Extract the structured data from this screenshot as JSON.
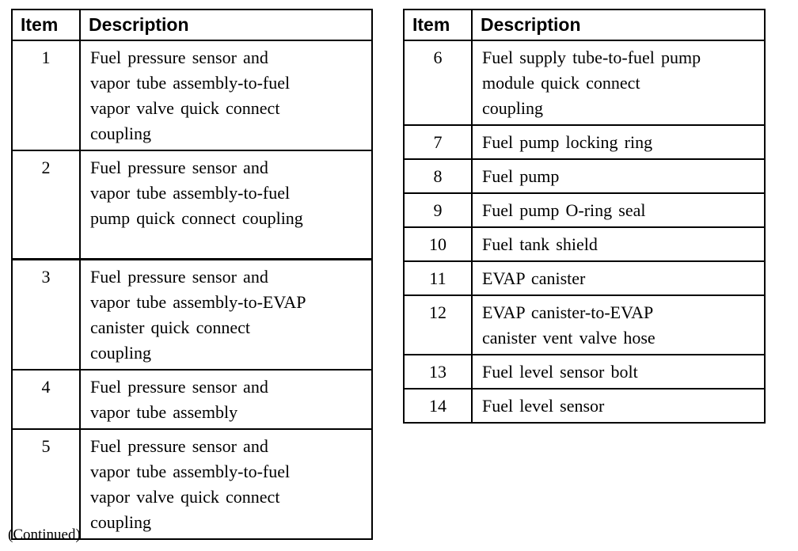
{
  "page": {
    "background_color": "#ffffff",
    "text_color": "#000000",
    "border_color": "#000000"
  },
  "continued_note": "(Continued)",
  "tables": [
    {
      "headers": {
        "item": "Item",
        "description": "Description"
      },
      "rows": [
        {
          "item": "1",
          "description": "Fuel pressure sensor and\nvapor tube assembly-to-fuel\nvapor valve quick connect\ncoupling"
        },
        {
          "item": "2",
          "description": "Fuel pressure sensor and\nvapor tube assembly-to-fuel\npump quick connect coupling"
        },
        {
          "item": "3",
          "description": "Fuel pressure sensor and\nvapor tube assembly-to-EVAP\ncanister quick connect\ncoupling"
        },
        {
          "item": "4",
          "description": "Fuel pressure sensor and\nvapor tube assembly"
        },
        {
          "item": "5",
          "description": "Fuel pressure sensor and\nvapor tube assembly-to-fuel\nvapor valve quick connect\ncoupling"
        }
      ]
    },
    {
      "headers": {
        "item": "Item",
        "description": "Description"
      },
      "rows": [
        {
          "item": "6",
          "description": "Fuel supply tube-to-fuel pump\nmodule quick connect\ncoupling"
        },
        {
          "item": "7",
          "description": "Fuel pump locking ring"
        },
        {
          "item": "8",
          "description": "Fuel pump"
        },
        {
          "item": "9",
          "description": "Fuel pump O-ring seal"
        },
        {
          "item": "10",
          "description": "Fuel tank shield"
        },
        {
          "item": "11",
          "description": "EVAP canister"
        },
        {
          "item": "12",
          "description": "EVAP canister-to-EVAP\ncanister vent valve hose"
        },
        {
          "item": "13",
          "description": "Fuel level sensor bolt"
        },
        {
          "item": "14",
          "description": "Fuel level sensor"
        }
      ]
    }
  ]
}
